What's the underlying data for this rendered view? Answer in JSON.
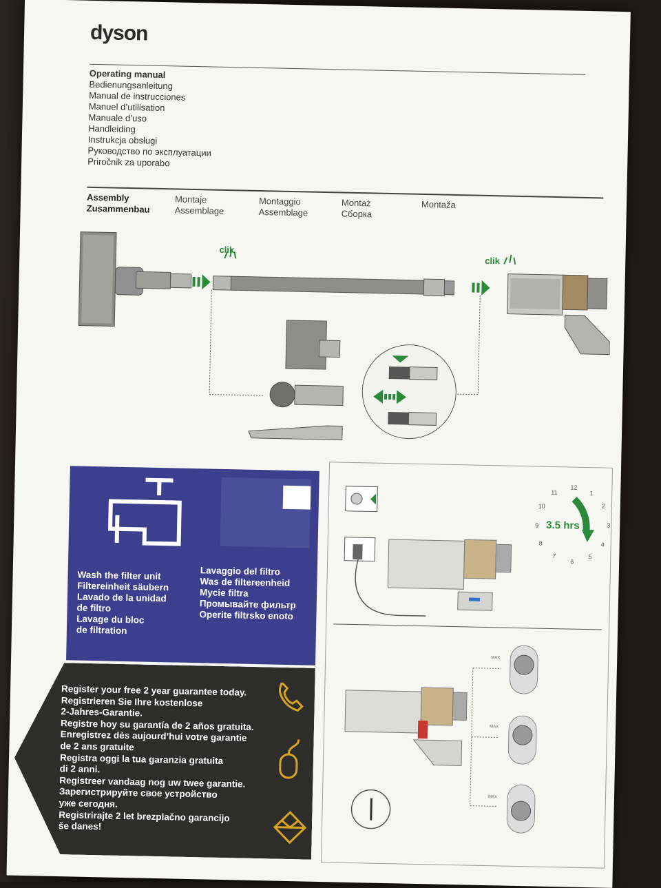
{
  "brand": {
    "logo_text": "dyson"
  },
  "manual_titles": [
    "Operating manual",
    "Bedienungsanleitung",
    "Manual de instrucciones",
    "Manuel d’utilisation",
    "Manuale d’uso",
    "Handleiding",
    "Instrukcja obsługi",
    "Руководство по эксплуатации",
    "Priročnik za uporabo"
  ],
  "assembly": {
    "col1_bold_1": "Assembly",
    "col1_bold_2": "Zusammenbau",
    "col2_1": "Montaje",
    "col2_2": "Assemblage",
    "col3_1": "Montaggio",
    "col3_2": "Assemblage",
    "col4_1": "Montaż",
    "col4_2": "Сборка",
    "col5_1": "Montaža"
  },
  "diagram": {
    "clik_left": "clik",
    "clik_right": "clik"
  },
  "filter_wash": {
    "left_lines": [
      "Wash the filter unit",
      "Filtereinheit säubern",
      "Lavado de la unidad",
      "de filtro",
      "Lavage du bloc",
      "de filtration"
    ],
    "right_lines": [
      "Lavaggio del filtro",
      "Was de filtereenheid",
      "Mycie filtra",
      "Промывайте фильтр",
      "Operite filtrsko enoto"
    ]
  },
  "register": {
    "lines": [
      "Register your free 2 year guarantee today.",
      "Registrieren Sie Ihre kostenlose",
      "2-Jahres-Garantie.",
      "Registre hoy su garantía de 2 años gratuita.",
      "Enregistrez dès aujourd’hui votre garantie",
      "de 2 ans gratuite",
      "Registra oggi la tua garanzia gratuita",
      "di 2 anni.",
      "Registreer vandaag nog uw twee garantie.",
      "Зарегистрируйте свое устройство",
      "уже сегодня.",
      "Registrirajte 2 let brezplačno garancijo",
      "še danes!"
    ]
  },
  "charging": {
    "duration": "3.5 hrs",
    "clock_numbers": [
      "12",
      "1",
      "2",
      "3",
      "4",
      "5",
      "6",
      "7",
      "8",
      "9",
      "10",
      "11"
    ],
    "power_labels": [
      "MAX",
      "MAX",
      "MAX"
    ]
  },
  "colors": {
    "accent_green": "#2a8a3a",
    "panel_blue": "#3b3f8e",
    "panel_dark": "#2d2d2c",
    "icon_gold": "#d9a521"
  }
}
